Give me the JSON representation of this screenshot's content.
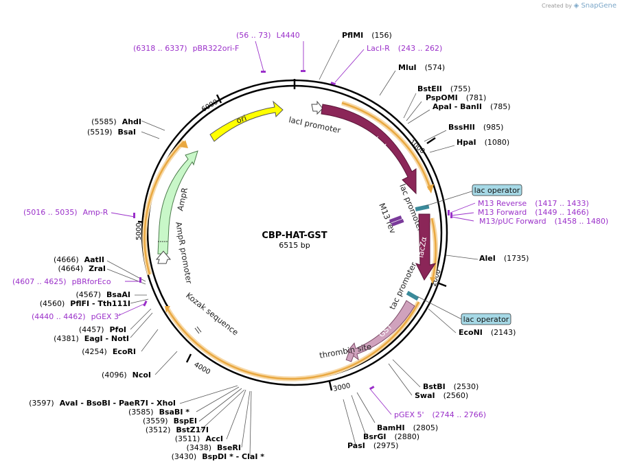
{
  "plasmid": {
    "name": "CBP-HAT-GST",
    "size": "6515 bp"
  },
  "watermark": {
    "created_by": "Created by",
    "brand": "SnapGene"
  },
  "ticks": [
    "1000",
    "2000",
    "3000",
    "4000",
    "5000",
    "6000"
  ],
  "features": {
    "ori": "ori",
    "laci": "lacI",
    "laci_promoter": "lacI promoter",
    "lac_promoter": "lac promoter",
    "m13_rev": "M13 rev",
    "lacza": "lacZα",
    "tac_promoter": "tac promoter",
    "gst": "GST",
    "thrombin": "thrombin site",
    "kozak": "Kozak sequence",
    "ampr": "AmpR",
    "ampr_promoter": "AmpR promoter",
    "lac_operator": "lac operator"
  },
  "left_sites": [
    {
      "pos": "(5585)",
      "name": "AhdI"
    },
    {
      "pos": "(5519)",
      "name": "BsaI"
    },
    {
      "pos": "(4666)",
      "name": "AatII"
    },
    {
      "pos": "(4664)",
      "name": "ZraI"
    },
    {
      "pos": "(4567)",
      "name": "BsaAI"
    },
    {
      "pos": "(4560)",
      "name": "PflFI  -  Tth111I"
    },
    {
      "pos": "(4457)",
      "name": "PfoI"
    },
    {
      "pos": "(4381)",
      "name": "EagI  -  NotI"
    },
    {
      "pos": "(4254)",
      "name": "EcoRI"
    },
    {
      "pos": "(4096)",
      "name": "NcoI"
    },
    {
      "pos": "(3597)",
      "name": "AvaI  -  BsoBI  -  PaeR7I  -  XhoI"
    },
    {
      "pos": "(3585)",
      "name": "BsaBI *"
    },
    {
      "pos": "(3559)",
      "name": "BspEI"
    },
    {
      "pos": "(3512)",
      "name": "BstZ17I"
    },
    {
      "pos": "(3511)",
      "name": "AccI"
    },
    {
      "pos": "(3438)",
      "name": "BseRI"
    },
    {
      "pos": "(3430)",
      "name": "BspDI *  -  ClaI *"
    }
  ],
  "right_sites": [
    {
      "name": "PflMI",
      "pos": "(156)"
    },
    {
      "name": "MluI",
      "pos": "(574)"
    },
    {
      "name": "BstEII",
      "pos": "(755)"
    },
    {
      "name": "PspOMI",
      "pos": "(781)"
    },
    {
      "name": "ApaI  -  BanII",
      "pos": "(785)"
    },
    {
      "name": "BssHII",
      "pos": "(985)"
    },
    {
      "name": "HpaI",
      "pos": "(1080)"
    },
    {
      "name": "AleI",
      "pos": "(1735)"
    },
    {
      "name": "EcoNI",
      "pos": "(2143)"
    },
    {
      "name": "BstBI",
      "pos": "(2530)"
    },
    {
      "name": "SwaI",
      "pos": "(2560)"
    },
    {
      "name": "BamHI",
      "pos": "(2805)"
    },
    {
      "name": "BsrGI",
      "pos": "(2880)"
    },
    {
      "name": "PasI",
      "pos": "(2975)"
    }
  ],
  "primers": [
    {
      "range": "(56 .. 73)",
      "name": "L4440"
    },
    {
      "range": "(6318 .. 6337)",
      "name": "pBR322ori-F"
    },
    {
      "name": "LacI-R",
      "range": "(243 .. 262)"
    },
    {
      "name": "M13 Reverse",
      "range": "(1417 .. 1433)"
    },
    {
      "name": "M13 Forward",
      "range": "(1449 .. 1466)"
    },
    {
      "name": "M13/pUC Forward",
      "range": "(1458 .. 1480)"
    },
    {
      "range": "(5016 .. 5035)",
      "name": "Amp-R"
    },
    {
      "range": "(4607 .. 4625)",
      "name": "pBRforEco"
    },
    {
      "range": "(4440 .. 4462)",
      "name": "pGEX 3'"
    },
    {
      "name": "pGEX 5'",
      "range": "(2744 .. 2766)"
    }
  ],
  "colors": {
    "ori": "#ffff00",
    "laci": "#8b2658",
    "gst": "#d0a2bd",
    "ampr": "#c8f7c8",
    "primer": "#9a2fc9",
    "orf": "#e9a840",
    "operator_box": "#a6d9e6",
    "backbone": "#000000"
  }
}
